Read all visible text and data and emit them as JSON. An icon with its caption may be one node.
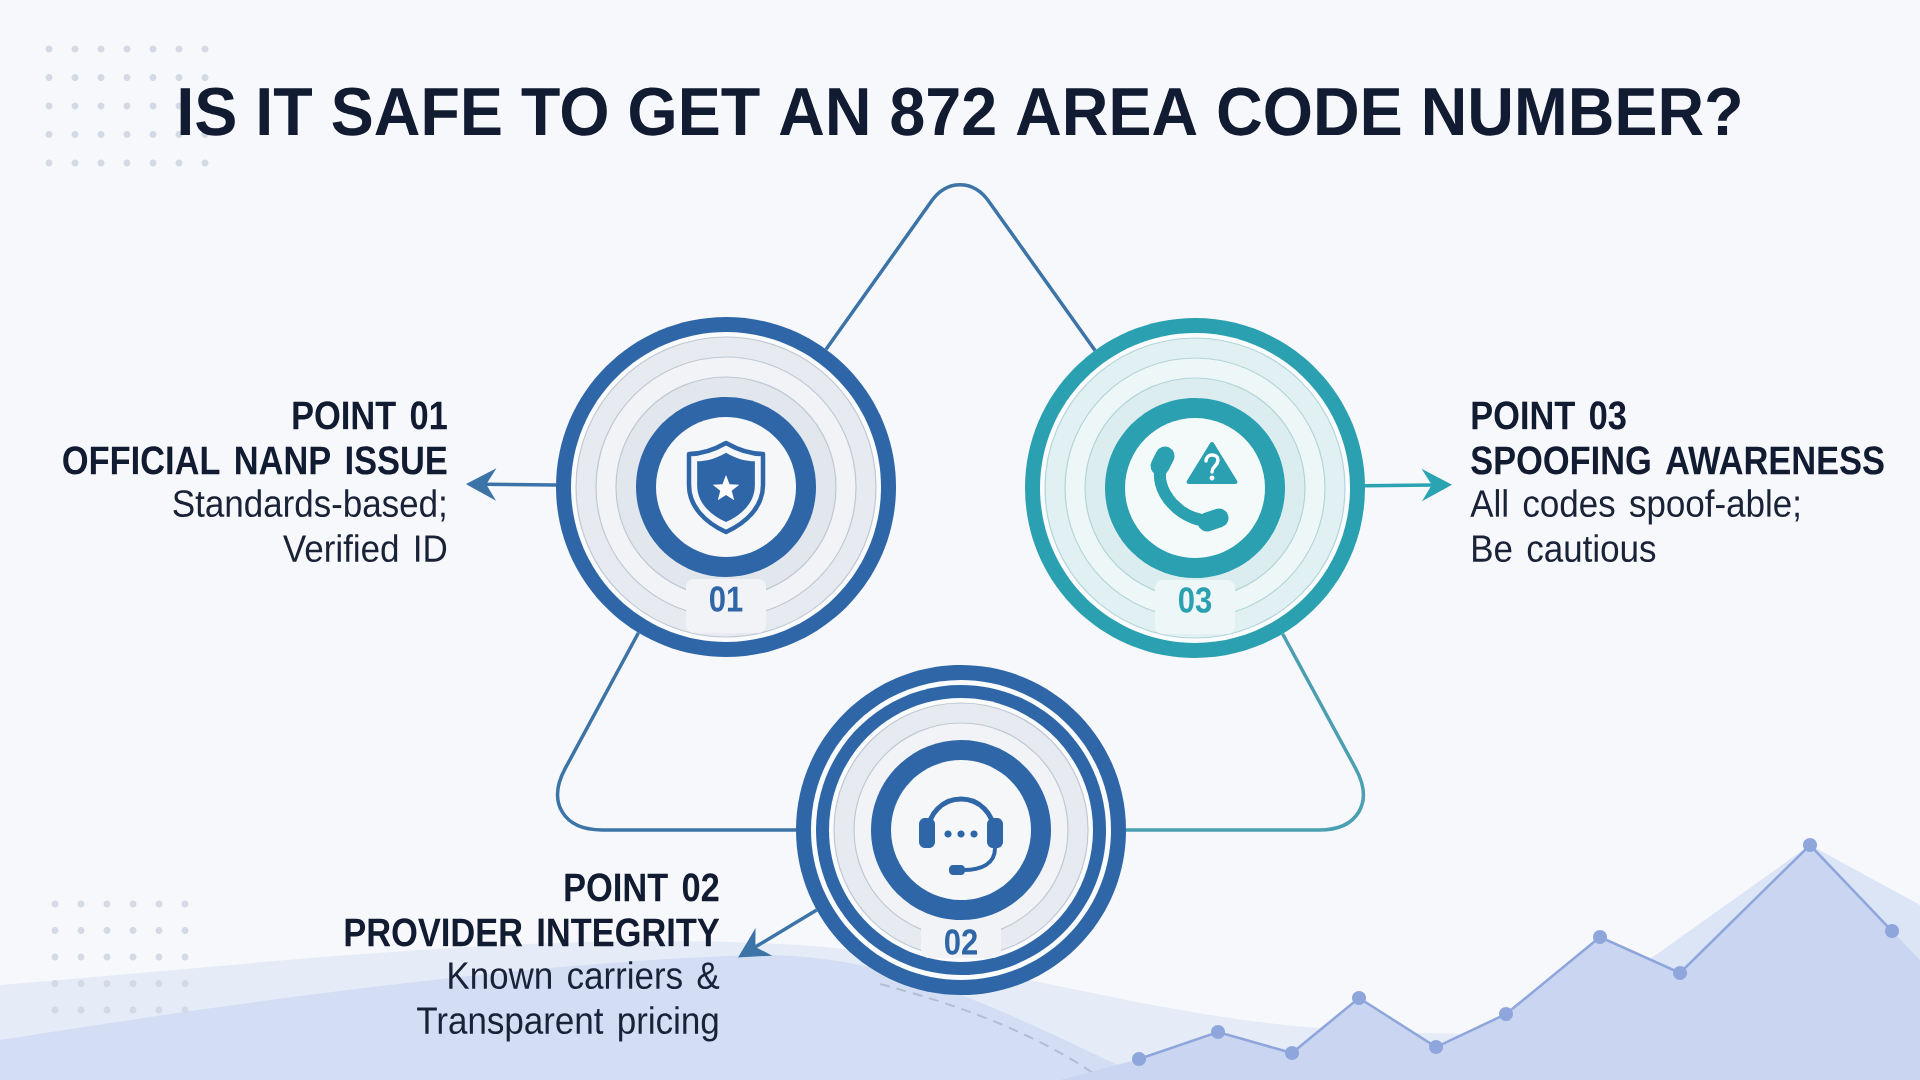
{
  "diagram": {
    "title": "IS IT SAFE TO GET AN 872 AREA CODE NUMBER?",
    "nodes": [
      {
        "text": [
          "01"
        ]
      },
      {
        "text": [
          "POINT 01",
          "OFFICIAL NANP ISSUE",
          "Standards-based; Verified ID"
        ]
      },
      {
        "text": [
          "02"
        ]
      },
      {
        "text": [
          "POINT 02",
          "PROVIDER INTEGRITY",
          "Known carriers & Transparent pricing"
        ]
      },
      {
        "text": [
          "03"
        ]
      },
      {
        "text": [
          "POINT 03",
          "SPOOFING AWARENESS",
          "All codes spoof-able; Be cautious"
        ]
      }
    ],
    "edges": [
      {
        "from": 0,
        "to": 1,
        "arrow": "to"
      },
      {
        "from": 2,
        "to": 3,
        "arrow": "to"
      },
      {
        "from": 4,
        "to": 5,
        "arrow": "to",
        "color": "#2aa3b2"
      },
      {
        "from": 0,
        "to": 4,
        "arrow": "none"
      },
      {
        "from": 0,
        "to": 2,
        "arrow": "none"
      },
      {
        "from": 4,
        "to": 2,
        "arrow": "none",
        "color": "#4a9fb0"
      }
    ]
  }
}
